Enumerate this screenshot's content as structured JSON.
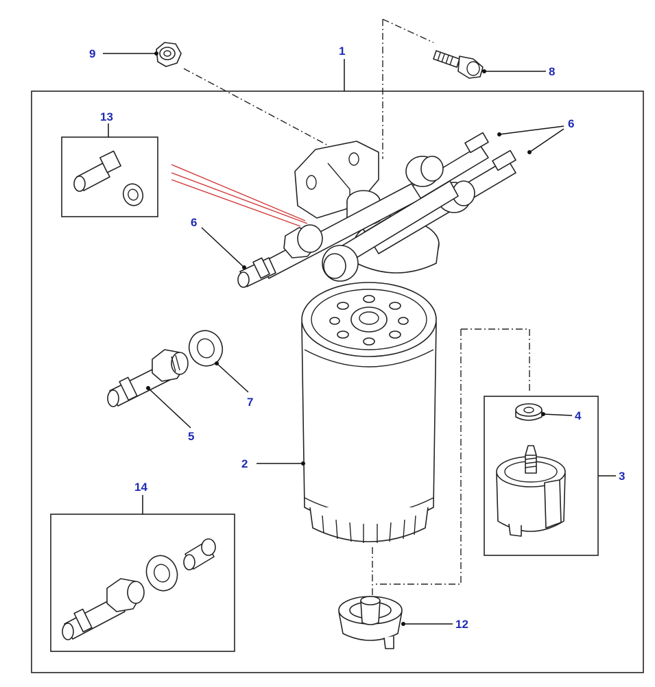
{
  "diagram": {
    "callouts": {
      "c1": "1",
      "c2": "2",
      "c3": "3",
      "c4": "4",
      "c5": "5",
      "c6a": "6",
      "c6b": "6",
      "c7": "7",
      "c8": "8",
      "c9": "9",
      "c12": "12",
      "c13": "13",
      "c14": "14"
    },
    "colors": {
      "callout": "#1f2bb3",
      "line": "#222222",
      "highlight": "#d33a3a"
    }
  }
}
